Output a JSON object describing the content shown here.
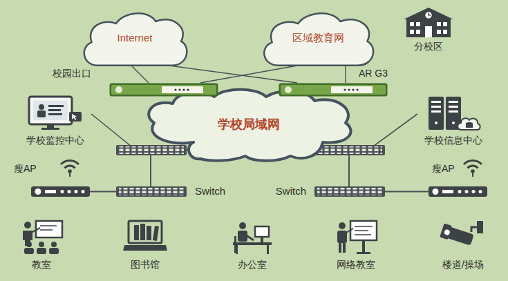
{
  "diagram": {
    "nodes": [
      {
        "text": [
          "Internet"
        ]
      },
      {
        "text": [
          "区域教育网"
        ]
      },
      {
        "text": [
          "分校区"
        ]
      },
      {
        "text": [
          "校园出口"
        ]
      },
      {
        "text": [
          "AR G3"
        ]
      },
      {
        "text": [
          "学校监控中心"
        ]
      },
      {
        "text": [
          "学校局域网"
        ]
      },
      {
        "text": [
          "学校信息中心"
        ]
      },
      {
        "text": [
          "瘦AP"
        ]
      },
      {
        "text": [
          "Switch"
        ]
      },
      {
        "text": [
          "Switch"
        ]
      },
      {
        "text": [
          "瘦AP"
        ]
      },
      {
        "text": [
          "教室"
        ]
      },
      {
        "text": [
          "图书馆"
        ]
      },
      {
        "text": [
          "办公室"
        ]
      },
      {
        "text": [
          "网络教室"
        ]
      },
      {
        "text": [
          "楼道/操场"
        ]
      }
    ],
    "edges": [
      {
        "from": 0,
        "to": 3,
        "arrow": "none"
      },
      {
        "from": 0,
        "to": 4,
        "arrow": "none"
      },
      {
        "from": 1,
        "to": 3,
        "arrow": "none"
      },
      {
        "from": 1,
        "to": 4,
        "arrow": "none"
      },
      {
        "from": 5,
        "to": 6,
        "arrow": "none"
      },
      {
        "from": 6,
        "to": 9,
        "arrow": "none"
      },
      {
        "from": 9,
        "to": 8,
        "arrow": "none"
      },
      {
        "from": 7,
        "to": 6,
        "arrow": "none"
      },
      {
        "from": 6,
        "to": 10,
        "arrow": "none"
      },
      {
        "from": 10,
        "to": 11,
        "arrow": "none"
      }
    ]
  }
}
